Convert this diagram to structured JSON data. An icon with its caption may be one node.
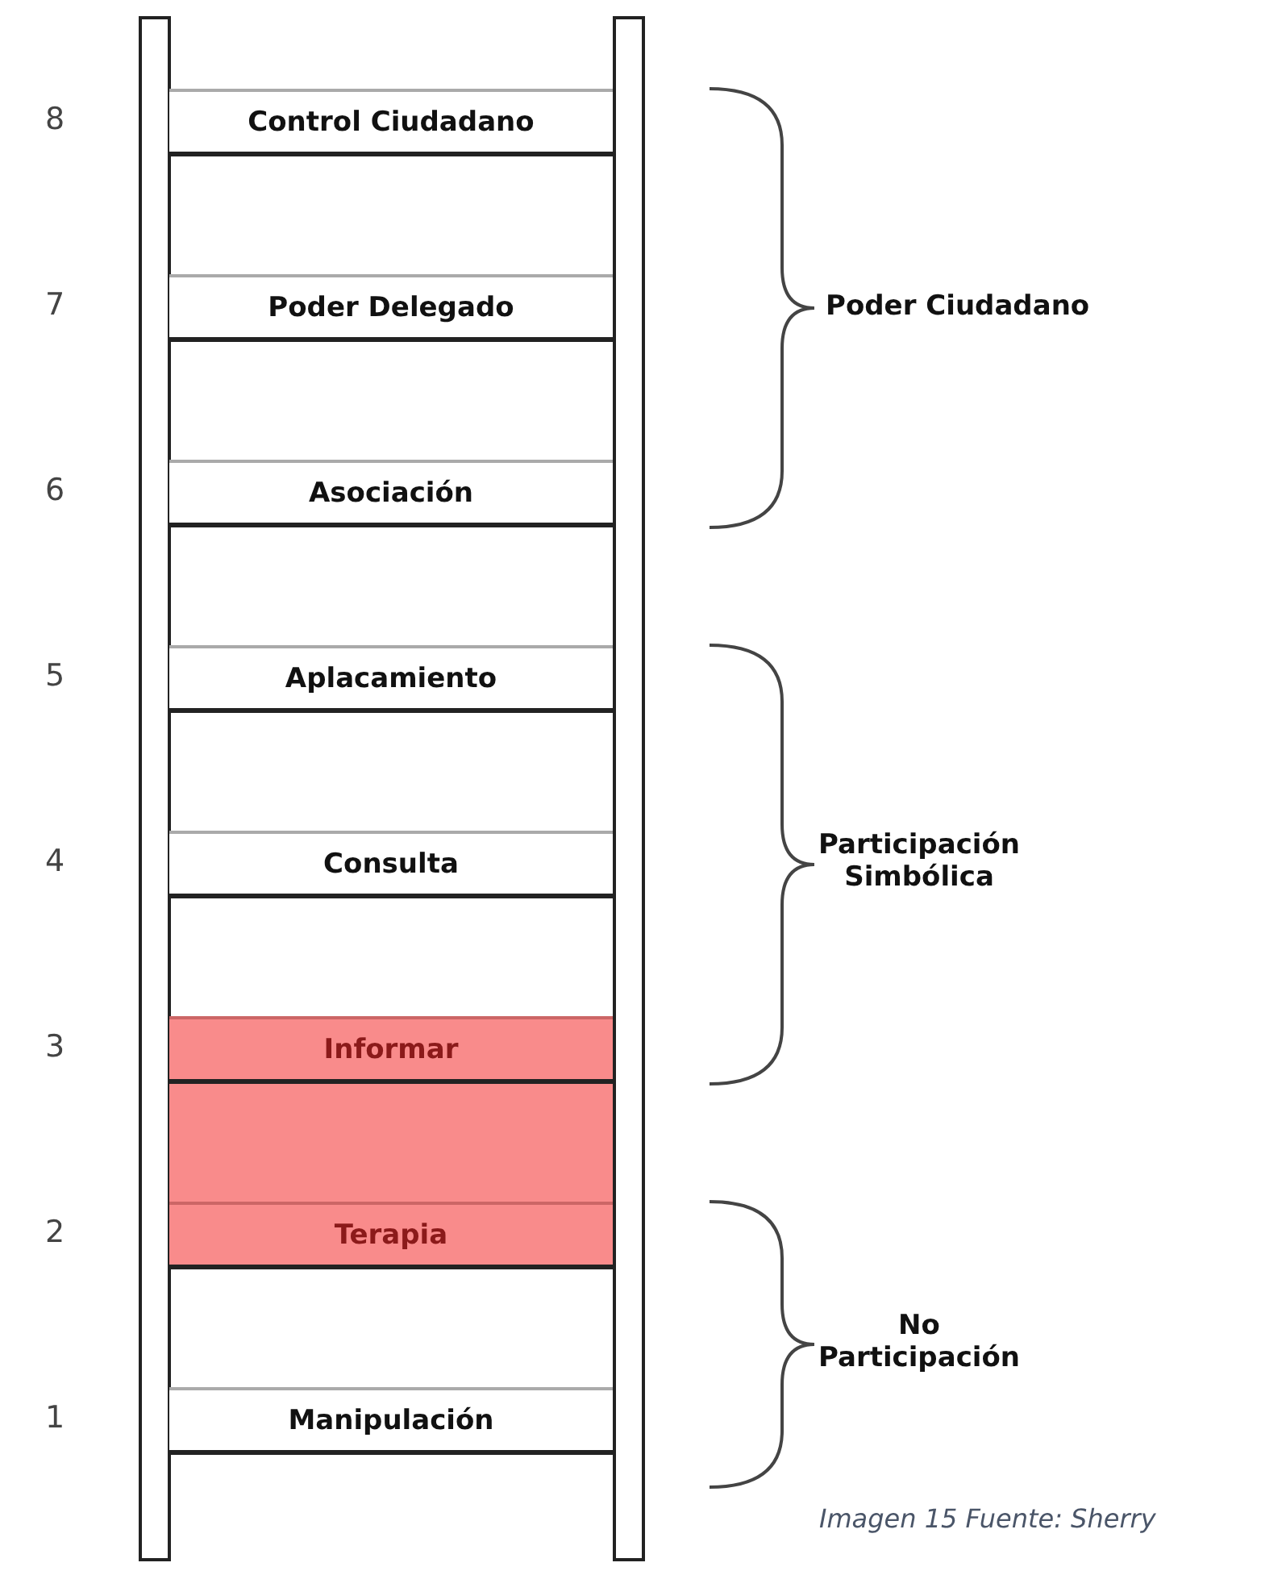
{
  "diagram": {
    "caption": "Imagen 15 Fuente: Sherry",
    "nodes": [
      {
        "text": [
          "Control Ciudadano"
        ]
      },
      {
        "text": [
          "Poder Delegado"
        ]
      },
      {
        "text": [
          "Asociación"
        ]
      },
      {
        "text": [
          "Aplacamiento"
        ]
      },
      {
        "text": [
          "Consulta"
        ]
      },
      {
        "text": [
          "Informar"
        ]
      },
      {
        "text": [
          "Terapia"
        ]
      },
      {
        "text": [
          "Manipulación"
        ]
      },
      {
        "text": [],
        "shape": "bar"
      },
      {
        "text": [],
        "shape": "bar"
      }
    ],
    "labels": [
      "8",
      "7",
      "6",
      "5",
      "4",
      "3",
      "2",
      "1",
      "Poder Ciudadano",
      "Participación Simbólica",
      "No Participación"
    ]
  }
}
